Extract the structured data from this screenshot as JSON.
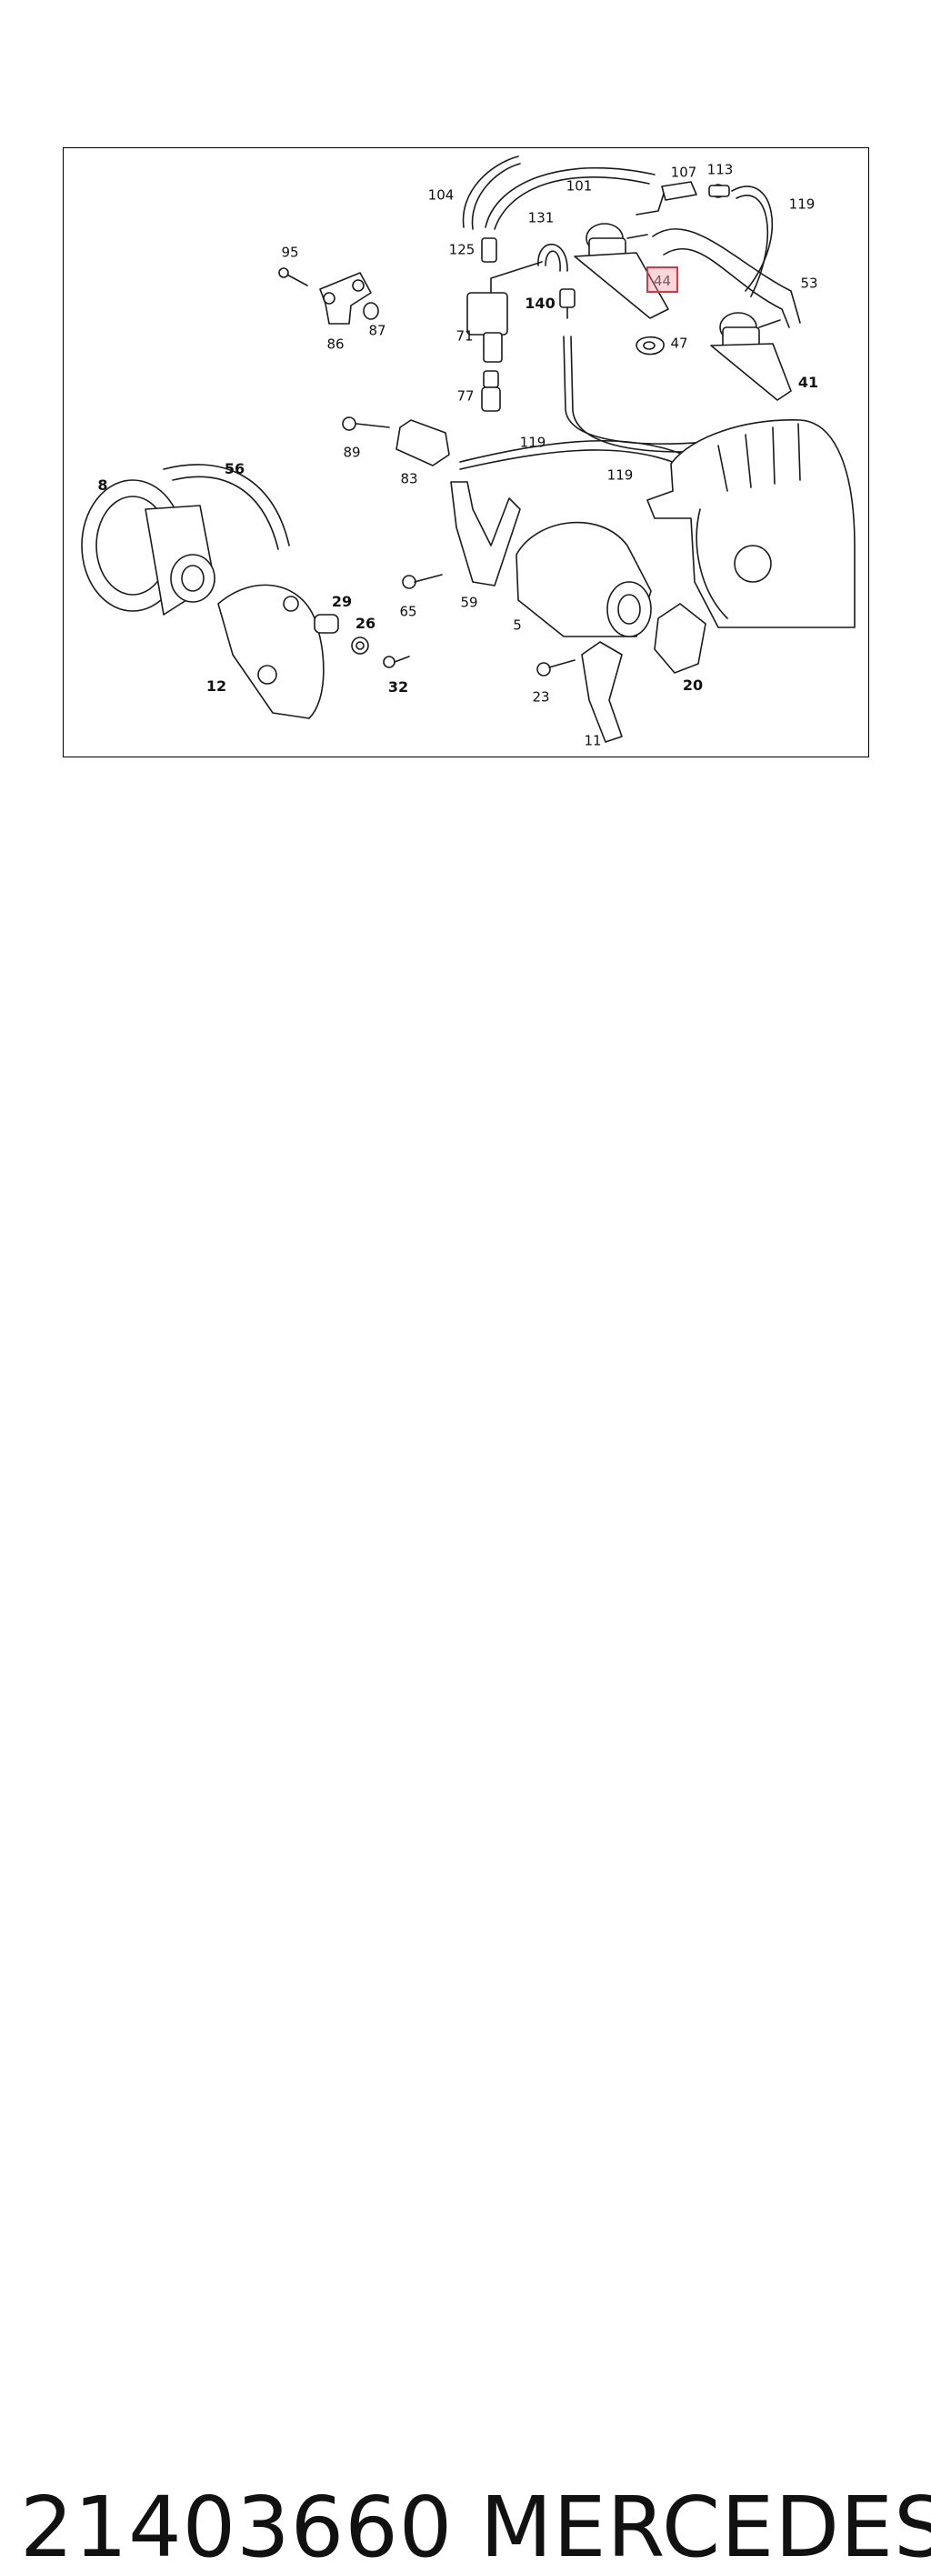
{
  "diagram": {
    "callouts": [
      {
        "id": "c104",
        "text": "104"
      },
      {
        "id": "c101",
        "text": "101"
      },
      {
        "id": "c107",
        "text": "107"
      },
      {
        "id": "c113",
        "text": "113"
      },
      {
        "id": "c119a",
        "text": "119"
      },
      {
        "id": "c131",
        "text": "131"
      },
      {
        "id": "c125",
        "text": "125"
      },
      {
        "id": "c95",
        "text": "95"
      },
      {
        "id": "c53",
        "text": "53"
      },
      {
        "id": "c140",
        "text": "140"
      },
      {
        "id": "c87",
        "text": "87"
      },
      {
        "id": "c86",
        "text": "86"
      },
      {
        "id": "c71",
        "text": "71"
      },
      {
        "id": "c47",
        "text": "47"
      },
      {
        "id": "c41",
        "text": "41"
      },
      {
        "id": "c77",
        "text": "77"
      },
      {
        "id": "c119b",
        "text": "119"
      },
      {
        "id": "c89",
        "text": "89"
      },
      {
        "id": "c83",
        "text": "83"
      },
      {
        "id": "c119c",
        "text": "119"
      },
      {
        "id": "c56",
        "text": "56"
      },
      {
        "id": "c8",
        "text": "8"
      },
      {
        "id": "c29",
        "text": "29"
      },
      {
        "id": "c26",
        "text": "26"
      },
      {
        "id": "c65",
        "text": "65"
      },
      {
        "id": "c59",
        "text": "59"
      },
      {
        "id": "c5",
        "text": "5"
      },
      {
        "id": "c12",
        "text": "12"
      },
      {
        "id": "c32",
        "text": "32"
      },
      {
        "id": "c23",
        "text": "23"
      },
      {
        "id": "c20",
        "text": "20"
      },
      {
        "id": "c11",
        "text": "11"
      }
    ],
    "highlighted_part": "44",
    "highlight_color": "#e2323b"
  },
  "caption": {
    "part_number": "21403660",
    "brand": "MERCEDES"
  }
}
